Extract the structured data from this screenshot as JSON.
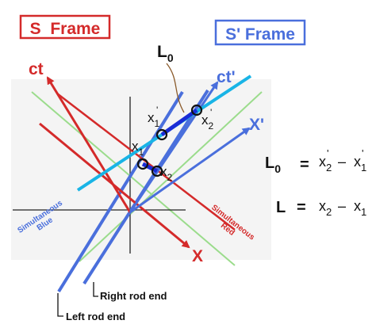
{
  "frames": {
    "s": "S  Frame",
    "s_prime": "S' Frame"
  },
  "axes": {
    "ct": "ct",
    "ct_prime": "ct'",
    "x": "X",
    "x_prime": "X'"
  },
  "points": {
    "x1": "x",
    "x1_sub": "1",
    "x2": "x",
    "x2_sub": "2",
    "x1p": "x",
    "x1p_sub": "1",
    "x2p": "x",
    "x2p_sub": "2"
  },
  "labels": {
    "L0": "L",
    "L0_sub": "0",
    "simul_blue_1": "Simultaneous",
    "simul_blue_2": "Blue",
    "simul_red_1": "Simultaneous",
    "simul_red_2": "Red",
    "right_rod": "Right rod end",
    "left_rod": "Left rod end"
  },
  "equations": {
    "eq1": {
      "lhs": "L",
      "lhs_sub": "0",
      "eq": "=",
      "a": "x",
      "a_sub": "2",
      "minus": "–",
      "b": "x",
      "b_sub": "1"
    },
    "eq2": {
      "lhs": "L",
      "eq": "=",
      "a": "x",
      "a_sub": "2",
      "minus": "–",
      "b": "x",
      "b_sub": "1"
    }
  },
  "colors": {
    "red": "#d42a2a",
    "blue": "#4a6fdc",
    "cyan": "#19b4e6",
    "green": "#9bdc8c",
    "dark_blue": "#1a2cd6"
  }
}
